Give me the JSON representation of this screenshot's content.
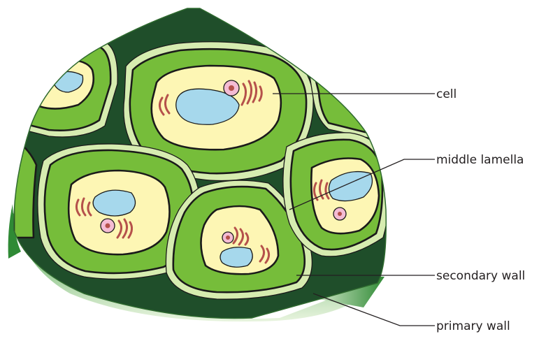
{
  "labels": {
    "cell": "cell",
    "middle_lamella": "middle lamella",
    "secondary_wall": "secondary wall",
    "primary_wall": "primary wall"
  },
  "colors": {
    "secondary_wall": "#76bd3a",
    "primary_wall": "#d6ecb0",
    "middle_lamella": "#1f4e2a",
    "cytoplasm": "#fdf6b4",
    "vacuole": "#a6d8ec",
    "nucleus": "#f4bcd4",
    "organelle": "#b5514b",
    "cut_face_top": "#3a9a3e",
    "cut_face_bottom": "#e8f4de"
  }
}
